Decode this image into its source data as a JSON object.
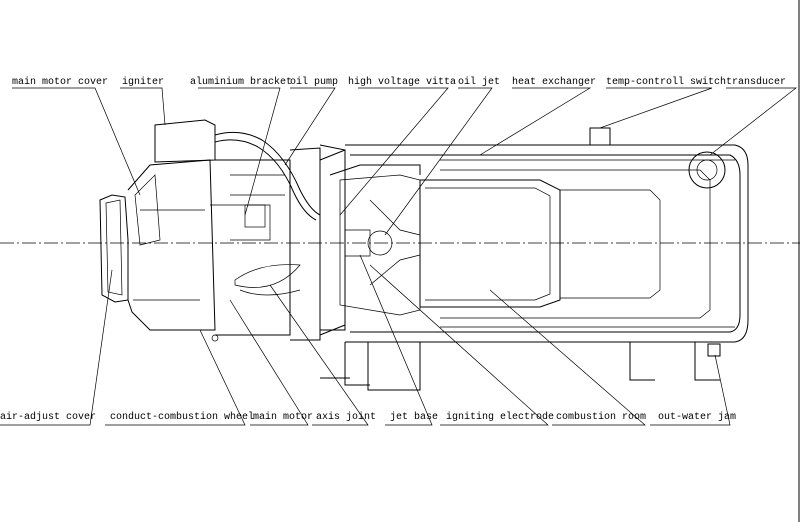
{
  "labels_top": [
    "main motor cover",
    "igniter",
    "aluminium bracket",
    "oil pump",
    "high voltage vitta",
    "oil jet",
    "heat exchanger",
    "temp-controll switch",
    "transducer"
  ],
  "labels_bottom": [
    "air-adjust cover",
    "conduct-combustion wheel",
    "main motor",
    "axis joint",
    "jet base",
    "igniting electrode",
    "combustion room",
    "out-water jam"
  ]
}
